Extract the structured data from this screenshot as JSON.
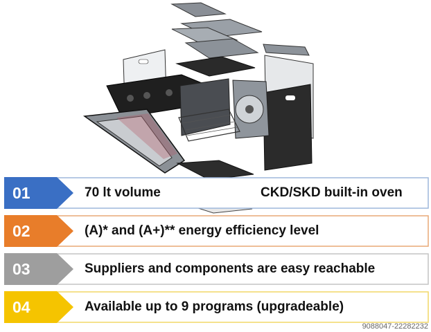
{
  "colors": {
    "row1": "#3a6fc4",
    "row2": "#e87d2a",
    "row3": "#9e9e9e",
    "row4": "#f5c400",
    "outline": "#9db7dc"
  },
  "features": [
    {
      "number": "01",
      "text": "70 lt volume",
      "text2": "CKD/SKD built-in oven"
    },
    {
      "number": "02",
      "text": "(A)* and (A+)** energy efficiency level"
    },
    {
      "number": "03",
      "text": "Suppliers and components are easy reachable"
    },
    {
      "number": "04",
      "text": "Available up to 9 programs (upgradeable)"
    }
  ],
  "watermark": "9088047-22282232"
}
